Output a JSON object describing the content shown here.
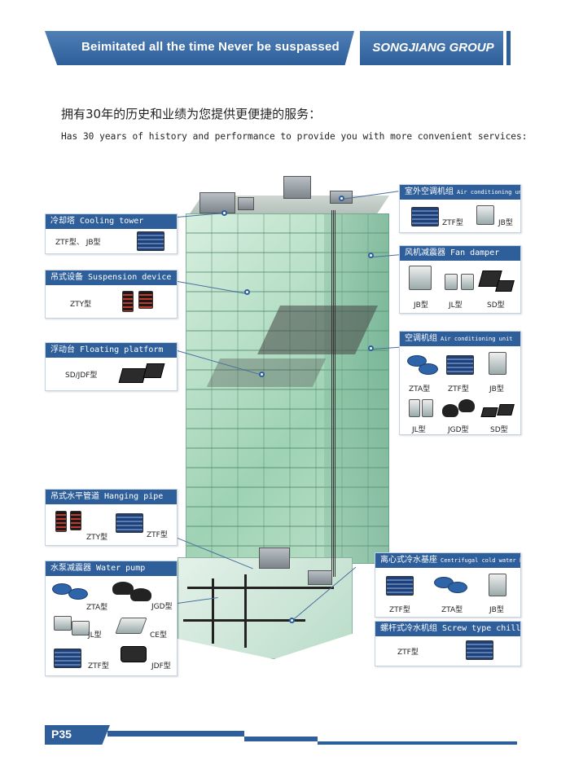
{
  "header": {
    "slogan": "Beimitated all the time Never be suspassed",
    "brand": "SONGJIANG GROUP"
  },
  "intro": {
    "zh": "拥有30年的历史和业绩为您提供更便捷的服务：",
    "en": "Has 30 years of history and performance to provide you with more convenient services:"
  },
  "boxes": {
    "cooling_tower": {
      "zh": "冷却塔",
      "en": "Cooling tower",
      "labels": [
        "ZTF型、 JB型"
      ]
    },
    "suspension": {
      "zh": "吊式设备",
      "en": "Suspension device",
      "labels": [
        "ZTY型"
      ]
    },
    "floating": {
      "zh": "浮动台",
      "en": "Floating platform",
      "labels": [
        "SD/JDF型"
      ]
    },
    "hanging_pipe": {
      "zh": "吊式水平管道",
      "en": "Hanging pipe",
      "labels": [
        "ZTY型",
        "ZTF型"
      ]
    },
    "water_pump": {
      "zh": "水泵减震器",
      "en": "Water pump",
      "labels": [
        "ZTA型",
        "JGD型",
        "JL型",
        "CE型",
        "ZTF型",
        "JDF型"
      ]
    },
    "outdoor_ac": {
      "zh": "室外空调机组",
      "en": "Air conditioning unit",
      "labels": [
        "ZTF型",
        "JB型"
      ]
    },
    "fan_damper": {
      "zh": "风机减震器",
      "en": "Fan damper",
      "labels": [
        "JB型",
        "JL型",
        "SD型"
      ]
    },
    "ac_unit": {
      "zh": "空调机组",
      "en": "Air conditioning unit",
      "labels": [
        "ZTA型",
        "ZTF型",
        "JB型",
        "JL型",
        "JGD型",
        "SD型"
      ]
    },
    "centrifugal": {
      "zh": "离心式冷水基座",
      "en": "Centrifugal cold water base",
      "labels": [
        "ZTF型",
        "ZTA型",
        "JB型"
      ]
    },
    "screw": {
      "zh": "螺杆式冷水机组",
      "en": "Screw type chiller",
      "labels": [
        "ZTF型"
      ]
    }
  },
  "footer": {
    "page": "P35"
  },
  "colors": {
    "brand_blue": "#2f5f9a",
    "header_light": "#4f7fb5",
    "glass_green": "#9fd2b4"
  }
}
